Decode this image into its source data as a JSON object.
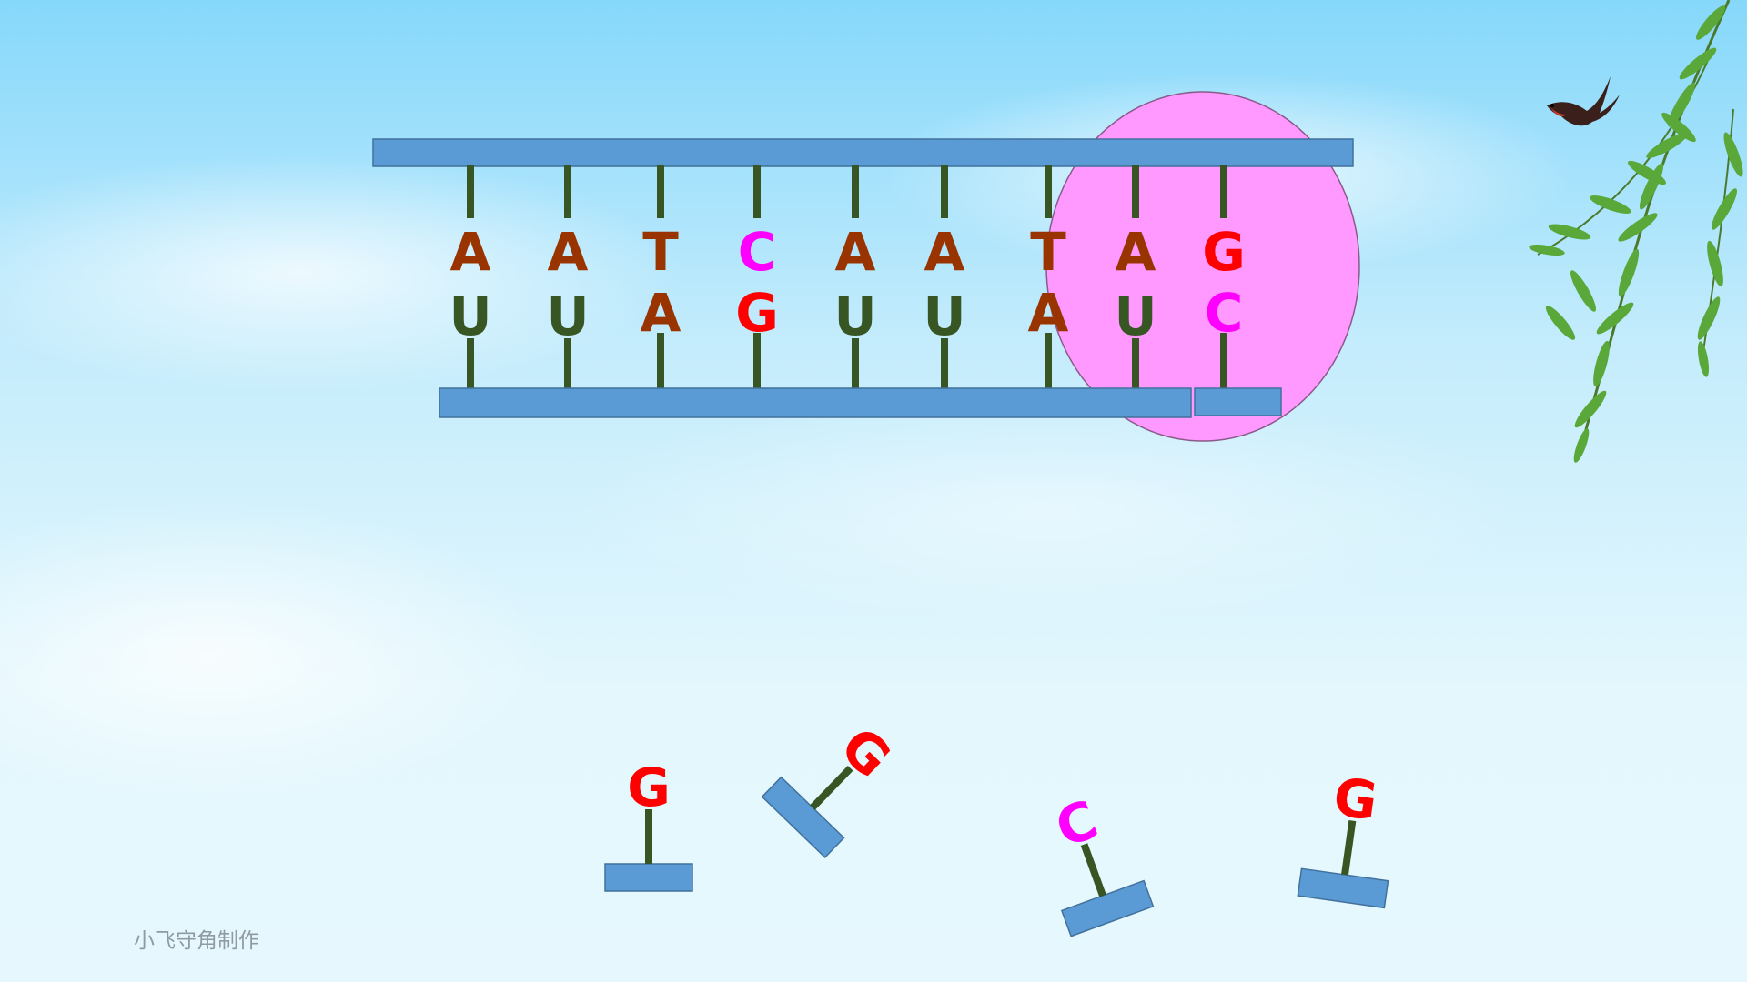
{
  "colors": {
    "strand": "#5b9bd5",
    "strand_edge": "#41719c",
    "stick": "#375623",
    "pink_circle": "#ff99ff",
    "brown": "#993300",
    "red": "#ff0000",
    "magenta": "#ff00ff"
  },
  "dna_strand": {
    "bases": [
      {
        "letter": "A",
        "color": "brown"
      },
      {
        "letter": "A",
        "color": "brown"
      },
      {
        "letter": "T",
        "color": "brown"
      },
      {
        "letter": "C",
        "color": "magenta"
      },
      {
        "letter": "A",
        "color": "brown"
      },
      {
        "letter": "A",
        "color": "brown"
      },
      {
        "letter": "T",
        "color": "brown"
      },
      {
        "letter": "A",
        "color": "brown"
      },
      {
        "letter": "G",
        "color": "red"
      }
    ]
  },
  "rna_strand": {
    "bases": [
      {
        "letter": "U",
        "color": "stick"
      },
      {
        "letter": "U",
        "color": "stick"
      },
      {
        "letter": "A",
        "color": "brown"
      },
      {
        "letter": "G",
        "color": "red"
      },
      {
        "letter": "U",
        "color": "stick"
      },
      {
        "letter": "U",
        "color": "stick"
      },
      {
        "letter": "A",
        "color": "brown"
      },
      {
        "letter": "U",
        "color": "stick"
      },
      {
        "letter": "C",
        "color": "magenta"
      }
    ]
  },
  "free_nucleotides": [
    {
      "letter": "G",
      "color": "red"
    },
    {
      "letter": "G",
      "color": "red"
    },
    {
      "letter": "C",
      "color": "magenta"
    },
    {
      "letter": "G",
      "color": "red"
    }
  ],
  "decorations": {
    "bird": "swallow-icon",
    "branch": "willow-branch-icon"
  },
  "credit": "小飞守角制作"
}
